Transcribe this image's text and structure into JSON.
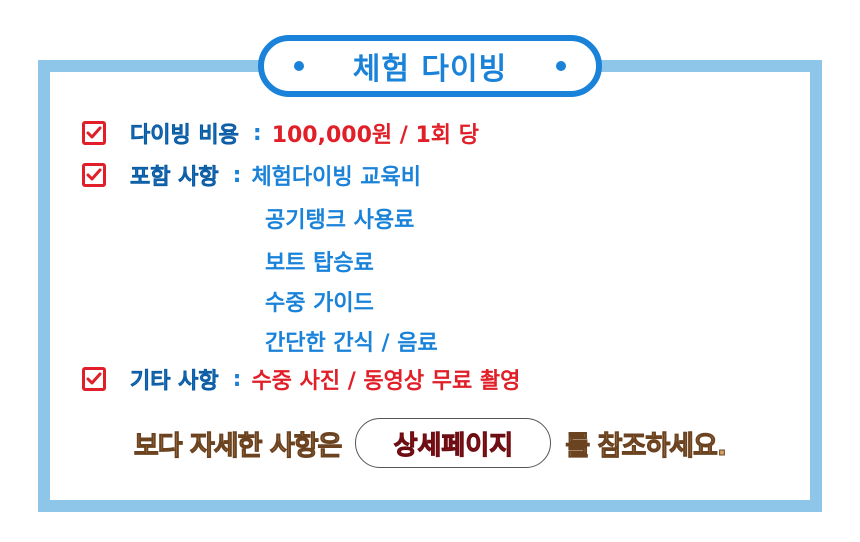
{
  "title": "체험 다이빙",
  "items": [
    {
      "label": "다이빙 비용",
      "colon": ":",
      "value": "100,000원 / 1회 당"
    },
    {
      "label": "포함 사항",
      "colon": ":",
      "value": "체험다이빙 교육비"
    },
    {
      "label": "기타 사항",
      "colon": ":",
      "value": "수중 사진 / 동영상 무료 촬영"
    }
  ],
  "included_more": [
    "공기탱크 사용료",
    "보트 탑승료",
    "수중 가이드",
    "간단한 간식 / 음료"
  ],
  "footer": {
    "before": "보다 자세한 사항은",
    "link": "상세페이지",
    "after": "를 참조하세요."
  },
  "colors": {
    "blue": "#1a83d9",
    "red": "#e01f28",
    "frame": "#8ec6e9",
    "brown": "#d7a467"
  },
  "icons": {
    "check": "checkbox-checked-icon"
  }
}
